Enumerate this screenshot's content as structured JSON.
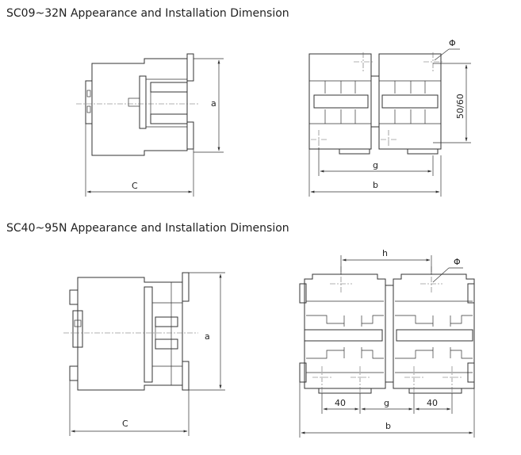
{
  "headings": {
    "top": "SC09~32N Appearance and Installation Dimension",
    "bottom": "SC40~95N Appearance and Installation Dimension"
  },
  "top_side": {
    "dim_a": "a",
    "dim_c": "C"
  },
  "top_front": {
    "dim_phi": "Φ",
    "dim_5060": "50/60",
    "dim_g": "g",
    "dim_b": "b"
  },
  "bottom_side": {
    "dim_a": "a",
    "dim_c": "C"
  },
  "bottom_front": {
    "dim_h": "h",
    "dim_phi": "Φ",
    "dim_40_left": "40",
    "dim_g": "g",
    "dim_40_right": "40",
    "dim_b": "b"
  }
}
